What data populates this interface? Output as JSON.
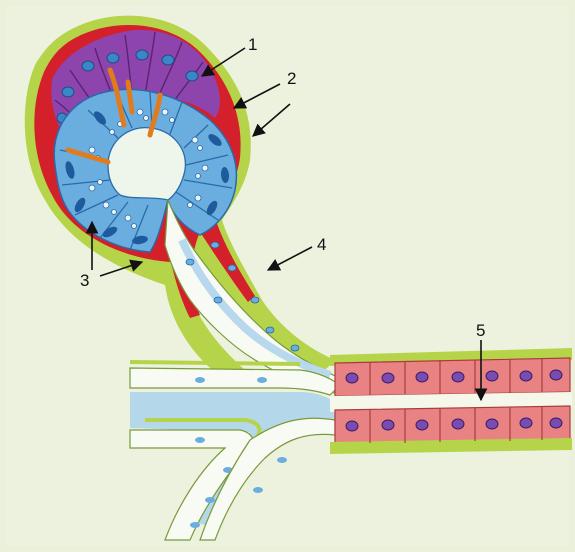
{
  "labels": {
    "l1": "1",
    "l2": "2",
    "l3": "3",
    "l4": "4",
    "l5": "5"
  },
  "colors": {
    "background": "#eaf0da",
    "basement_green": "#b6d44a",
    "myoepithelial_red": "#d4202a",
    "serous_purple": "#8e44ad",
    "mucous_blue": "#6aaee0",
    "duct_light": "#f7fbf4",
    "nucleus_blue": "#4a86c8",
    "striated_pink": "#e98383",
    "stroma_orange": "#e07b1e"
  }
}
